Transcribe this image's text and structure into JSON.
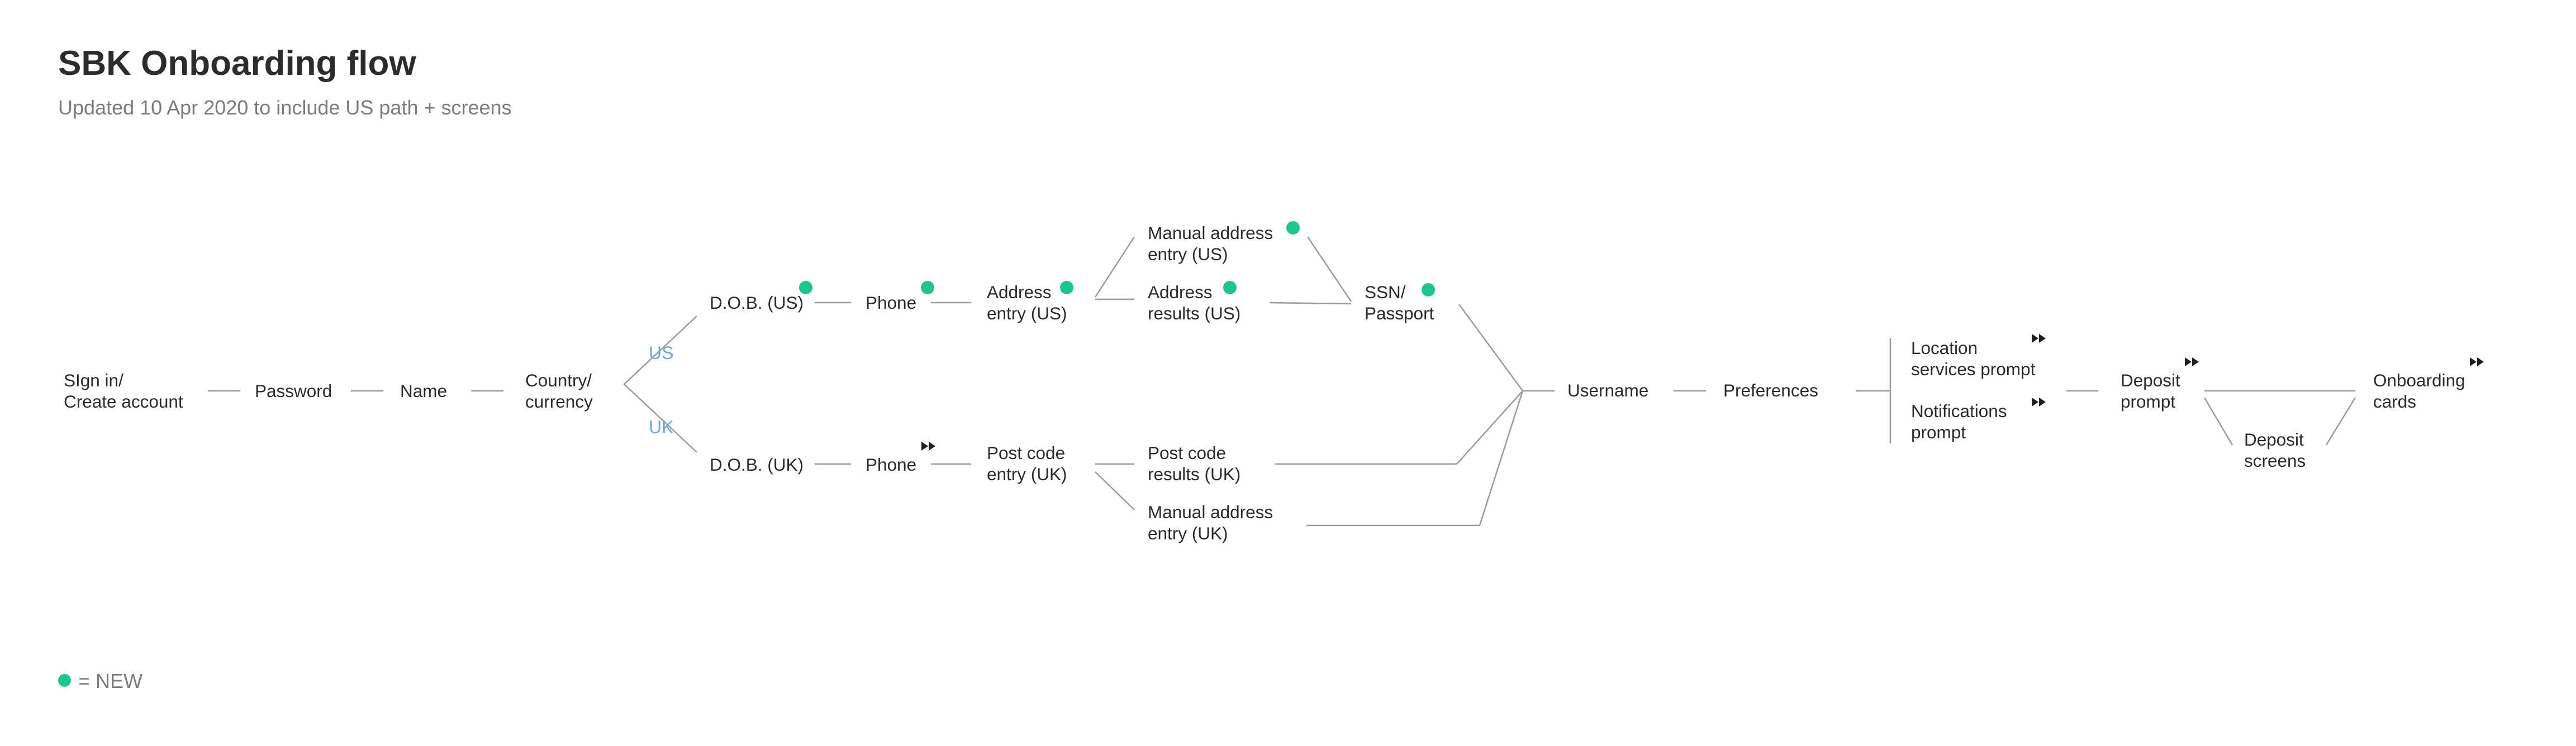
{
  "header": {
    "title": "SBK Onboarding flow",
    "subtitle": "Updated 10 Apr 2020 to include US path + screens"
  },
  "colors": {
    "new_marker": "#1fc48f",
    "branch_label": "#6ea7d6",
    "connector": "#9a9a9a",
    "text": "#2b2b2b"
  },
  "branches": {
    "us": "US",
    "uk": "UK"
  },
  "nodes": {
    "signin": {
      "lines": [
        "SIgn in/",
        "Create account"
      ]
    },
    "password": {
      "lines": [
        "Password"
      ]
    },
    "name": {
      "lines": [
        "Name"
      ]
    },
    "country": {
      "lines": [
        "Country/",
        "currency"
      ]
    },
    "dob_us": {
      "lines": [
        "D.O.B. (US)"
      ],
      "marker": "new"
    },
    "phone_us": {
      "lines": [
        "Phone"
      ],
      "marker": "new"
    },
    "address_entry_us": {
      "lines": [
        "Address",
        "entry (US)"
      ],
      "marker": "new"
    },
    "manual_address_us": {
      "lines": [
        "Manual address",
        "entry (US)"
      ],
      "marker": "new"
    },
    "address_results_us": {
      "lines": [
        "Address",
        "results (US)"
      ],
      "marker": "new"
    },
    "ssn": {
      "lines": [
        "SSN/",
        "Passport"
      ],
      "marker": "new"
    },
    "dob_uk": {
      "lines": [
        "D.O.B. (UK)"
      ]
    },
    "phone_uk": {
      "lines": [
        "Phone"
      ],
      "marker": "fast-forward"
    },
    "postcode_entry_uk": {
      "lines": [
        "Post code",
        "entry (UK)"
      ]
    },
    "postcode_results_uk": {
      "lines": [
        "Post code",
        "results (UK)"
      ]
    },
    "manual_address_uk": {
      "lines": [
        "Manual address",
        "entry (UK)"
      ]
    },
    "username": {
      "lines": [
        "Username"
      ]
    },
    "preferences": {
      "lines": [
        "Preferences"
      ]
    },
    "location": {
      "lines": [
        "Location",
        "services prompt"
      ],
      "marker": "fast-forward"
    },
    "notifications": {
      "lines": [
        "Notifications",
        "prompt"
      ],
      "marker": "fast-forward"
    },
    "deposit_prompt": {
      "lines": [
        "Deposit",
        "prompt"
      ],
      "marker": "fast-forward"
    },
    "deposit_screens": {
      "lines": [
        "Deposit",
        "screens"
      ]
    },
    "onboarding_cards": {
      "lines": [
        "Onboarding",
        "cards"
      ],
      "marker": "fast-forward"
    }
  },
  "edges": [
    [
      "signin",
      "password"
    ],
    [
      "password",
      "name"
    ],
    [
      "name",
      "country"
    ],
    [
      "country",
      "dob_us"
    ],
    [
      "country",
      "dob_uk"
    ],
    [
      "dob_us",
      "phone_us"
    ],
    [
      "phone_us",
      "address_entry_us"
    ],
    [
      "address_entry_us",
      "manual_address_us"
    ],
    [
      "address_entry_us",
      "address_results_us"
    ],
    [
      "manual_address_us",
      "ssn"
    ],
    [
      "address_results_us",
      "ssn"
    ],
    [
      "dob_uk",
      "phone_uk"
    ],
    [
      "phone_uk",
      "postcode_entry_uk"
    ],
    [
      "postcode_entry_uk",
      "postcode_results_uk"
    ],
    [
      "postcode_entry_uk",
      "manual_address_uk"
    ],
    [
      "ssn",
      "username"
    ],
    [
      "postcode_results_uk",
      "username"
    ],
    [
      "manual_address_uk",
      "username"
    ],
    [
      "username",
      "preferences"
    ],
    [
      "preferences",
      "location"
    ],
    [
      "preferences",
      "notifications"
    ],
    [
      "notifications",
      "deposit_prompt"
    ],
    [
      "deposit_prompt",
      "onboarding_cards"
    ],
    [
      "deposit_prompt",
      "deposit_screens"
    ],
    [
      "deposit_screens",
      "onboarding_cards"
    ]
  ],
  "legend": {
    "marker": "new",
    "label": "= NEW"
  }
}
